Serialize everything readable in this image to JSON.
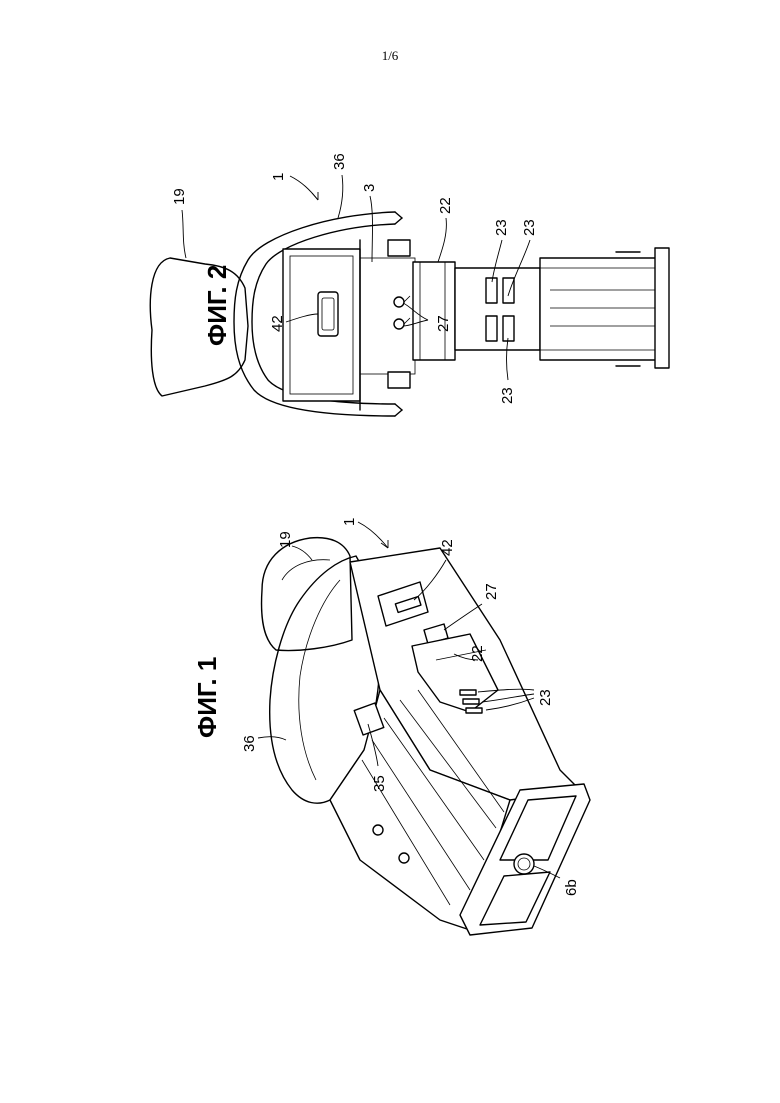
{
  "page": {
    "number": "1/6"
  },
  "figures": [
    {
      "id": "fig2",
      "label": "ФИГ. 2",
      "refs": {
        "r1": "1",
        "r36": "36",
        "r19": "19",
        "r3": "3",
        "r22": "22",
        "r42": "42",
        "r27": "27",
        "r23a": "23",
        "r23b": "23",
        "r23c": "23"
      }
    },
    {
      "id": "fig1",
      "label": "ФИГ. 1",
      "refs": {
        "r19": "19",
        "r1": "1",
        "r42": "42",
        "r27": "27",
        "r22": "22",
        "r23": "23",
        "r36": "36",
        "r35": "35",
        "r6b": "6b"
      }
    }
  ]
}
